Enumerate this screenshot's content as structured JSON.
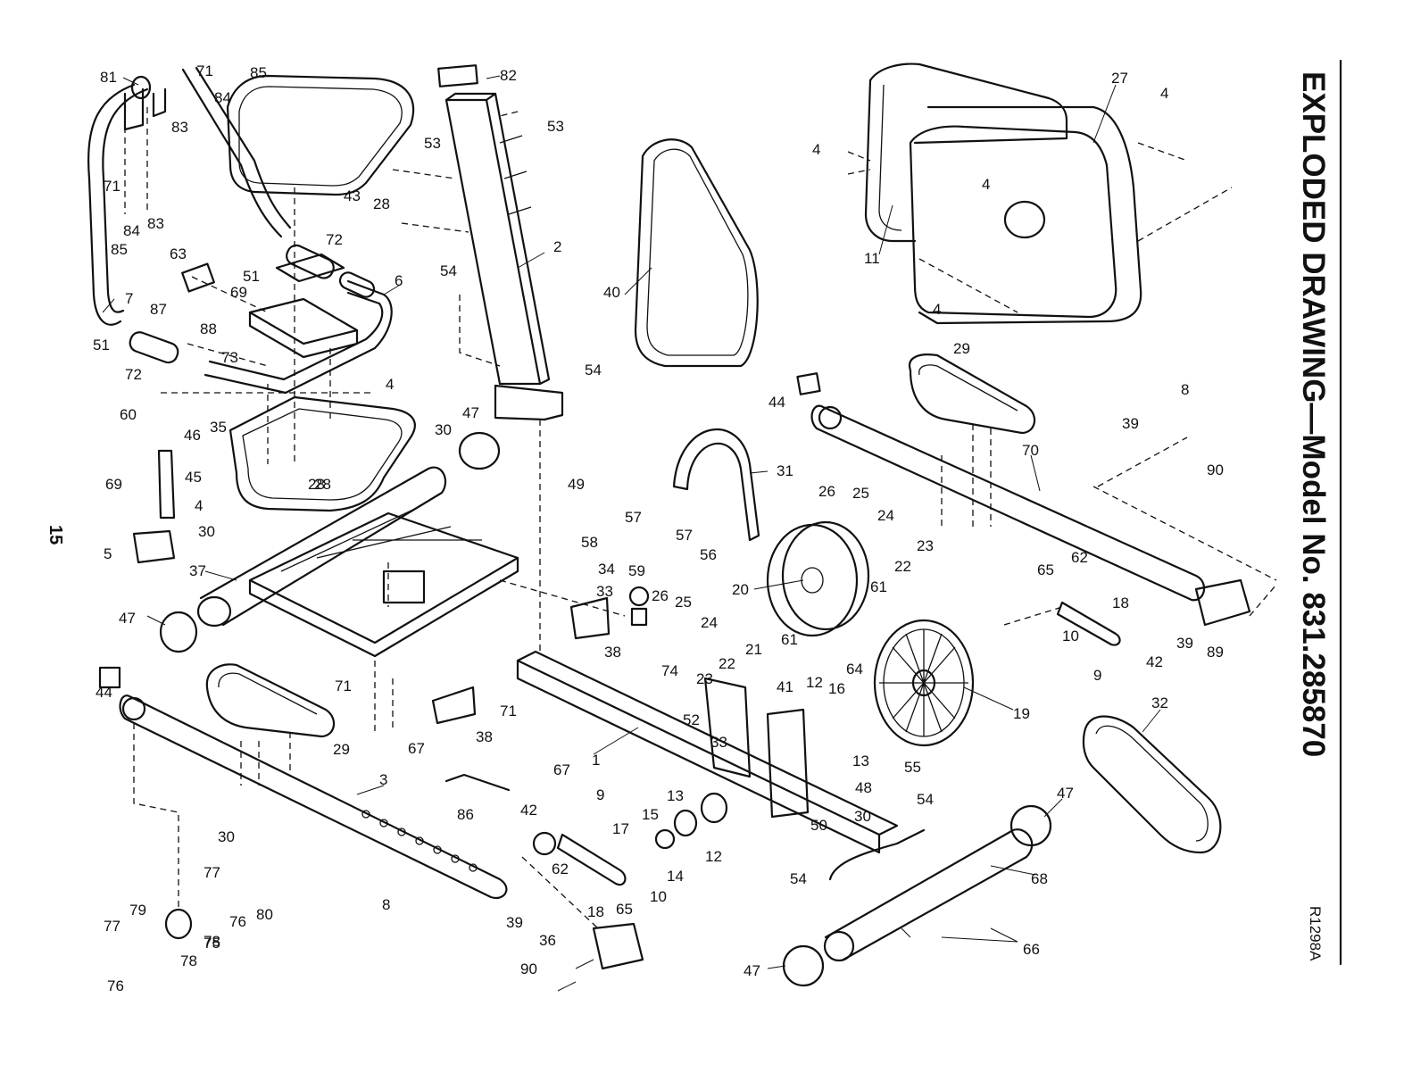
{
  "page": {
    "number": "15",
    "title": "EXPLODED DRAWING—Model No. 831.285870",
    "drawing_code": "R1298A"
  },
  "part_numbers": [
    "81",
    "71",
    "85",
    "84",
    "83",
    "71",
    "84",
    "83",
    "85",
    "43",
    "72",
    "63",
    "51",
    "69",
    "6",
    "7",
    "87",
    "88",
    "73",
    "51",
    "72",
    "60",
    "46",
    "35",
    "4",
    "69",
    "45",
    "4",
    "30",
    "5",
    "37",
    "47",
    "82",
    "53",
    "53",
    "28",
    "28",
    "2",
    "54",
    "54",
    "47",
    "30",
    "28",
    "49",
    "40",
    "27",
    "4",
    "4",
    "4",
    "11",
    "4",
    "29",
    "44",
    "8",
    "39",
    "70",
    "90",
    "31",
    "26",
    "25",
    "24",
    "23",
    "22",
    "61",
    "20",
    "57",
    "58",
    "57",
    "56",
    "34",
    "59",
    "33",
    "26",
    "25",
    "24",
    "21",
    "61",
    "38",
    "74",
    "23",
    "22",
    "41",
    "65",
    "62",
    "18",
    "10",
    "9",
    "42",
    "39",
    "89",
    "64",
    "12",
    "16",
    "19",
    "55",
    "32",
    "13",
    "48",
    "30",
    "50",
    "54",
    "54",
    "47",
    "68",
    "66",
    "47",
    "44",
    "29",
    "71",
    "67",
    "38",
    "71",
    "67",
    "1",
    "33",
    "52",
    "3",
    "30",
    "86",
    "42",
    "9",
    "17",
    "15",
    "13",
    "14",
    "12",
    "10",
    "65",
    "18",
    "62",
    "8",
    "39",
    "36",
    "90",
    "77",
    "80",
    "76",
    "78",
    "77",
    "79",
    "78",
    "75",
    "76"
  ]
}
